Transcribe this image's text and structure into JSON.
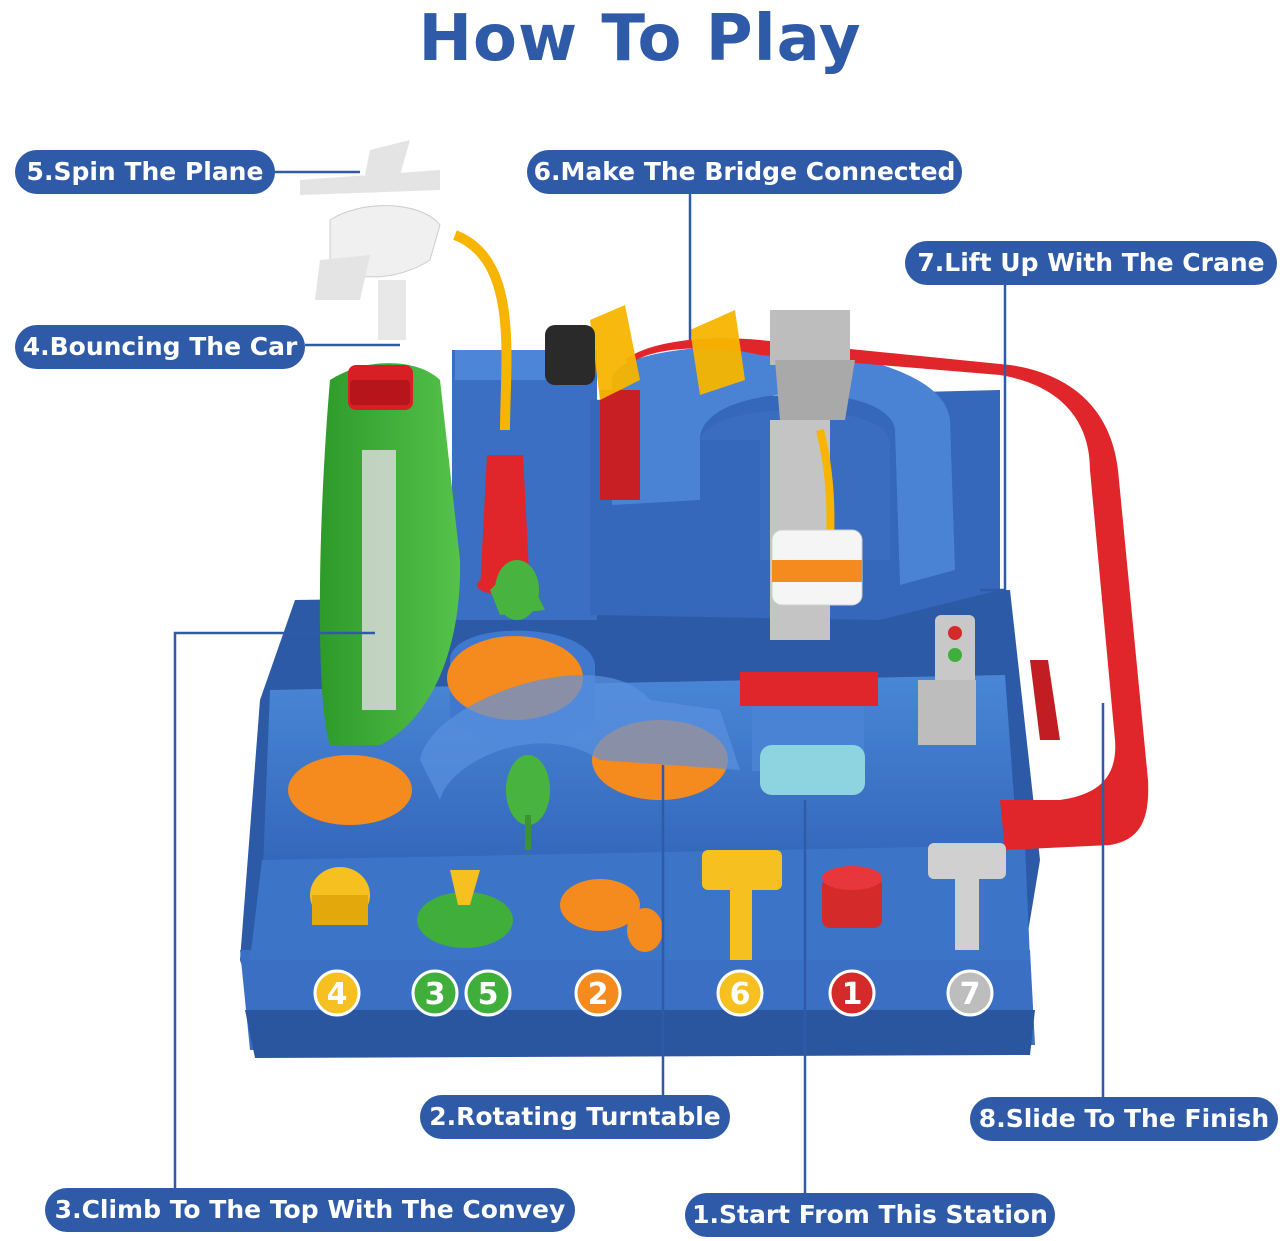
{
  "title": "How To Play",
  "labels": {
    "spin_plane": "5.Spin The Plane",
    "bridge": "6.Make The Bridge Connected",
    "crane": "7.Lift Up With The Crane",
    "bounce": "4.Bouncing The Car",
    "turntable": "2.Rotating Turntable",
    "slide": "8.Slide To The Finish",
    "climb": "3.Climb To The Top With The Convey",
    "start": "1.Start From This Station"
  },
  "buttons": [
    {
      "number": "4",
      "color": "#f5c020"
    },
    {
      "number": "3",
      "color": "#3fae3a"
    },
    {
      "number": "5",
      "color": "#3fae3a"
    },
    {
      "number": "2",
      "color": "#f58a1f"
    },
    {
      "number": "6",
      "color": "#f5c020"
    },
    {
      "number": "1",
      "color": "#d42a2a"
    },
    {
      "number": "7",
      "color": "#bdbdbd"
    }
  ],
  "colors": {
    "accent": "#2f5aa8",
    "board_blue": "#3f78cc",
    "track_red": "#e0262b",
    "green": "#3fae3a",
    "orange": "#f58a1f",
    "yellow": "#f5c020"
  }
}
